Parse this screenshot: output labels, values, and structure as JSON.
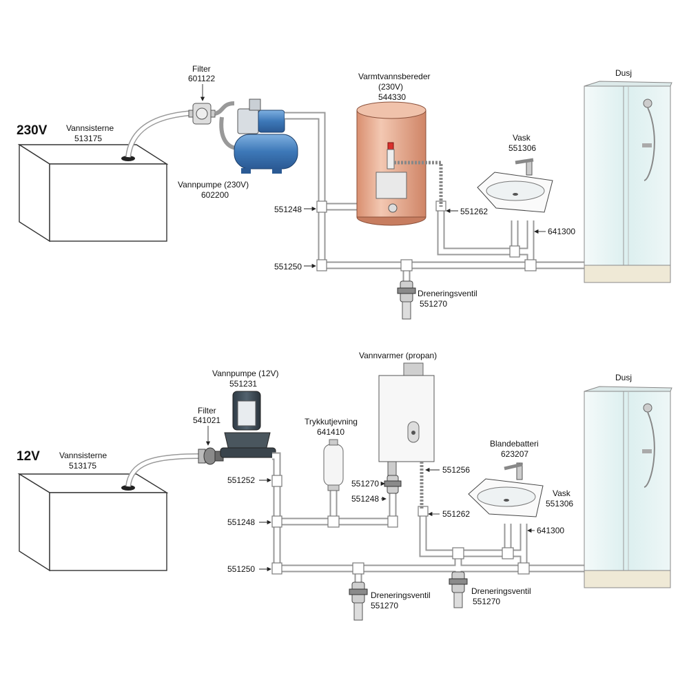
{
  "section_230v": {
    "title": "230V",
    "tank": {
      "name": "Vannsisterne",
      "code": "513175"
    },
    "filter": {
      "name": "Filter",
      "code": "601122"
    },
    "pump": {
      "name": "Vannpumpe (230V)",
      "code": "602200"
    },
    "heater": {
      "name": "Varmtvannsbereder",
      "spec": "(230V)",
      "code": "544330"
    },
    "sink": {
      "name": "Vask",
      "code": "551306"
    },
    "shower": {
      "name": "Dusj"
    },
    "drain": {
      "name": "Dreneringsventil",
      "code": "551270"
    },
    "codes": {
      "tee": "551248",
      "pipe": "551250",
      "hose": "551262",
      "drain_pipe": "641300"
    }
  },
  "section_12v": {
    "title": "12V",
    "tank": {
      "name": "Vannsisterne",
      "code": "513175"
    },
    "filter": {
      "name": "Filter",
      "code": "541021"
    },
    "pump": {
      "name": "Vannpumpe (12V)",
      "code": "551231"
    },
    "accumulator": {
      "name": "Trykkutjevning",
      "code": "641410"
    },
    "heater": {
      "name": "Vannvarmer (propan)"
    },
    "mixer": {
      "name": "Blandebatteri",
      "code": "623207"
    },
    "sink": {
      "name": "Vask",
      "code": "551306"
    },
    "shower": {
      "name": "Dusj"
    },
    "drain_left": {
      "name": "Dreneringsventil",
      "code": "551270"
    },
    "drain_right": {
      "name": "Dreneringsventil",
      "code": "551270"
    },
    "codes": {
      "adapter": "551252",
      "tee_left": "551248",
      "pipe": "551250",
      "valve": "551270",
      "tee_right": "551248",
      "hose_heater": "551256",
      "hose_sink": "551262",
      "drain_pipe": "641300"
    }
  },
  "colors": {
    "heater_copper": "#e9b49a",
    "pump_blue": "#3d78b8",
    "pipe_grey": "#9a9a9a",
    "shower_glass": "#e6f3f4",
    "valve_red": "#d9302c"
  }
}
